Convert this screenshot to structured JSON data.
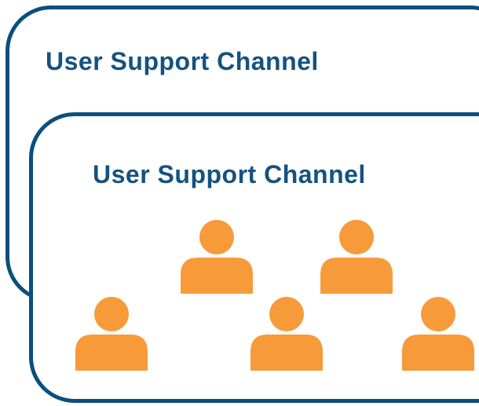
{
  "colors": {
    "border": "#0a4f7e",
    "title": "#15527f",
    "person": "#f79a3a",
    "background": "#ffffff"
  },
  "back_card": {
    "title": "User Support Channel"
  },
  "front_card": {
    "title": "User Support Channel",
    "people_icon": "person-icon",
    "people_count": 5
  }
}
